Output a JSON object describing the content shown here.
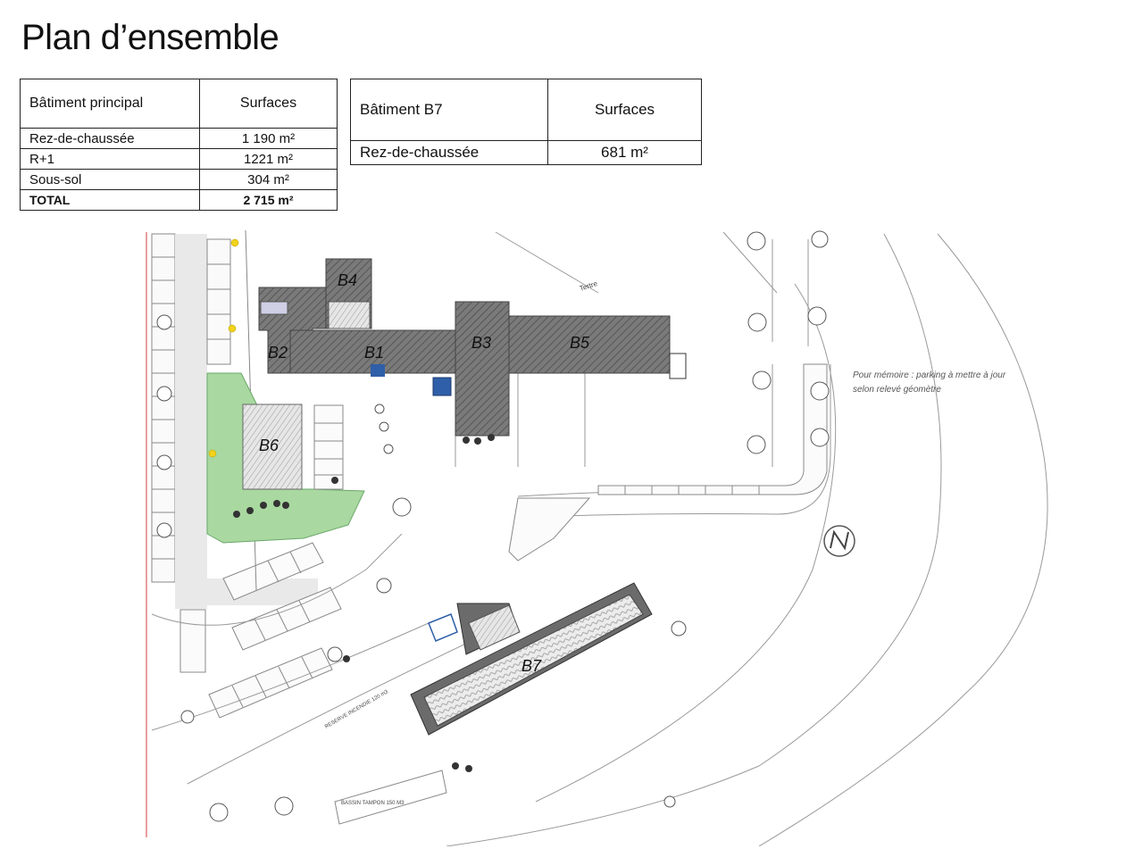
{
  "title": "Plan d’ensemble",
  "main_table": {
    "headers": [
      "Bâtiment principal",
      "Surfaces"
    ],
    "rows": [
      {
        "label": "Rez-de-chaussée",
        "value": "1 190 m²"
      },
      {
        "label": "R+1",
        "value": "1221 m²"
      },
      {
        "label": "Sous-sol",
        "value": "304 m²"
      },
      {
        "label": "TOTAL",
        "value": "2 715 m²"
      }
    ]
  },
  "b7_table": {
    "headers": [
      "Bâtiment B7",
      "Surfaces"
    ],
    "rows": [
      {
        "label": "Rez-de-chaussée",
        "value": "681 m²"
      }
    ]
  },
  "plan": {
    "buildings": {
      "b1": "B1",
      "b2": "B2",
      "b3": "B3",
      "b4": "B4",
      "b5": "B5",
      "b6": "B6",
      "b7": "B7"
    },
    "tertre": "Tertre",
    "note_line1": "Pour mémoire : parking à mettre à jour",
    "note_line2": "selon relevé géomètre",
    "tiny_label_1": "RESERVE INCENDIE 120 m3",
    "tiny_label_2": "BASSIN TAMPON 150 M3"
  },
  "colors": {
    "roof_dark": "#6b6b6b",
    "roof_light": "#d4d4d4",
    "lawn": "#a9d8a0",
    "accent_blue": "#2f5fa8",
    "accent_red": "#d43a3a",
    "accent_yellow": "#f2d21b"
  }
}
